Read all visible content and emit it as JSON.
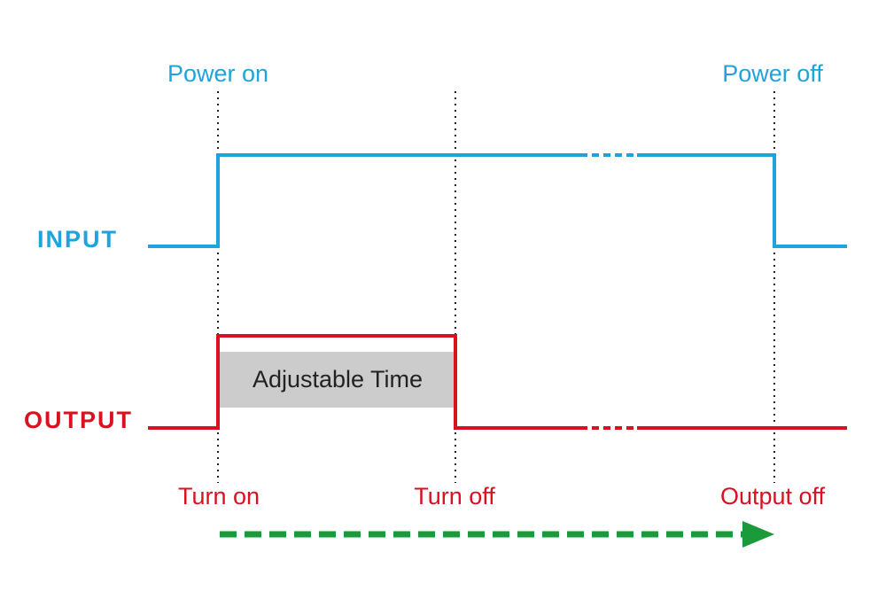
{
  "labels": {
    "power_on": "Power on",
    "power_off": "Power off",
    "input": "INPUT",
    "output": "OUTPUT",
    "adjustable_time": "Adjustable Time",
    "turn_on": "Turn on",
    "turn_off": "Turn off",
    "output_off": "Output off"
  },
  "colors": {
    "input": "#1fa3dc",
    "output": "#d8121f",
    "guide": "#222222",
    "time_box": "#cccccc",
    "time_box_text": "#222222",
    "arrow": "#1a9a3a"
  }
}
